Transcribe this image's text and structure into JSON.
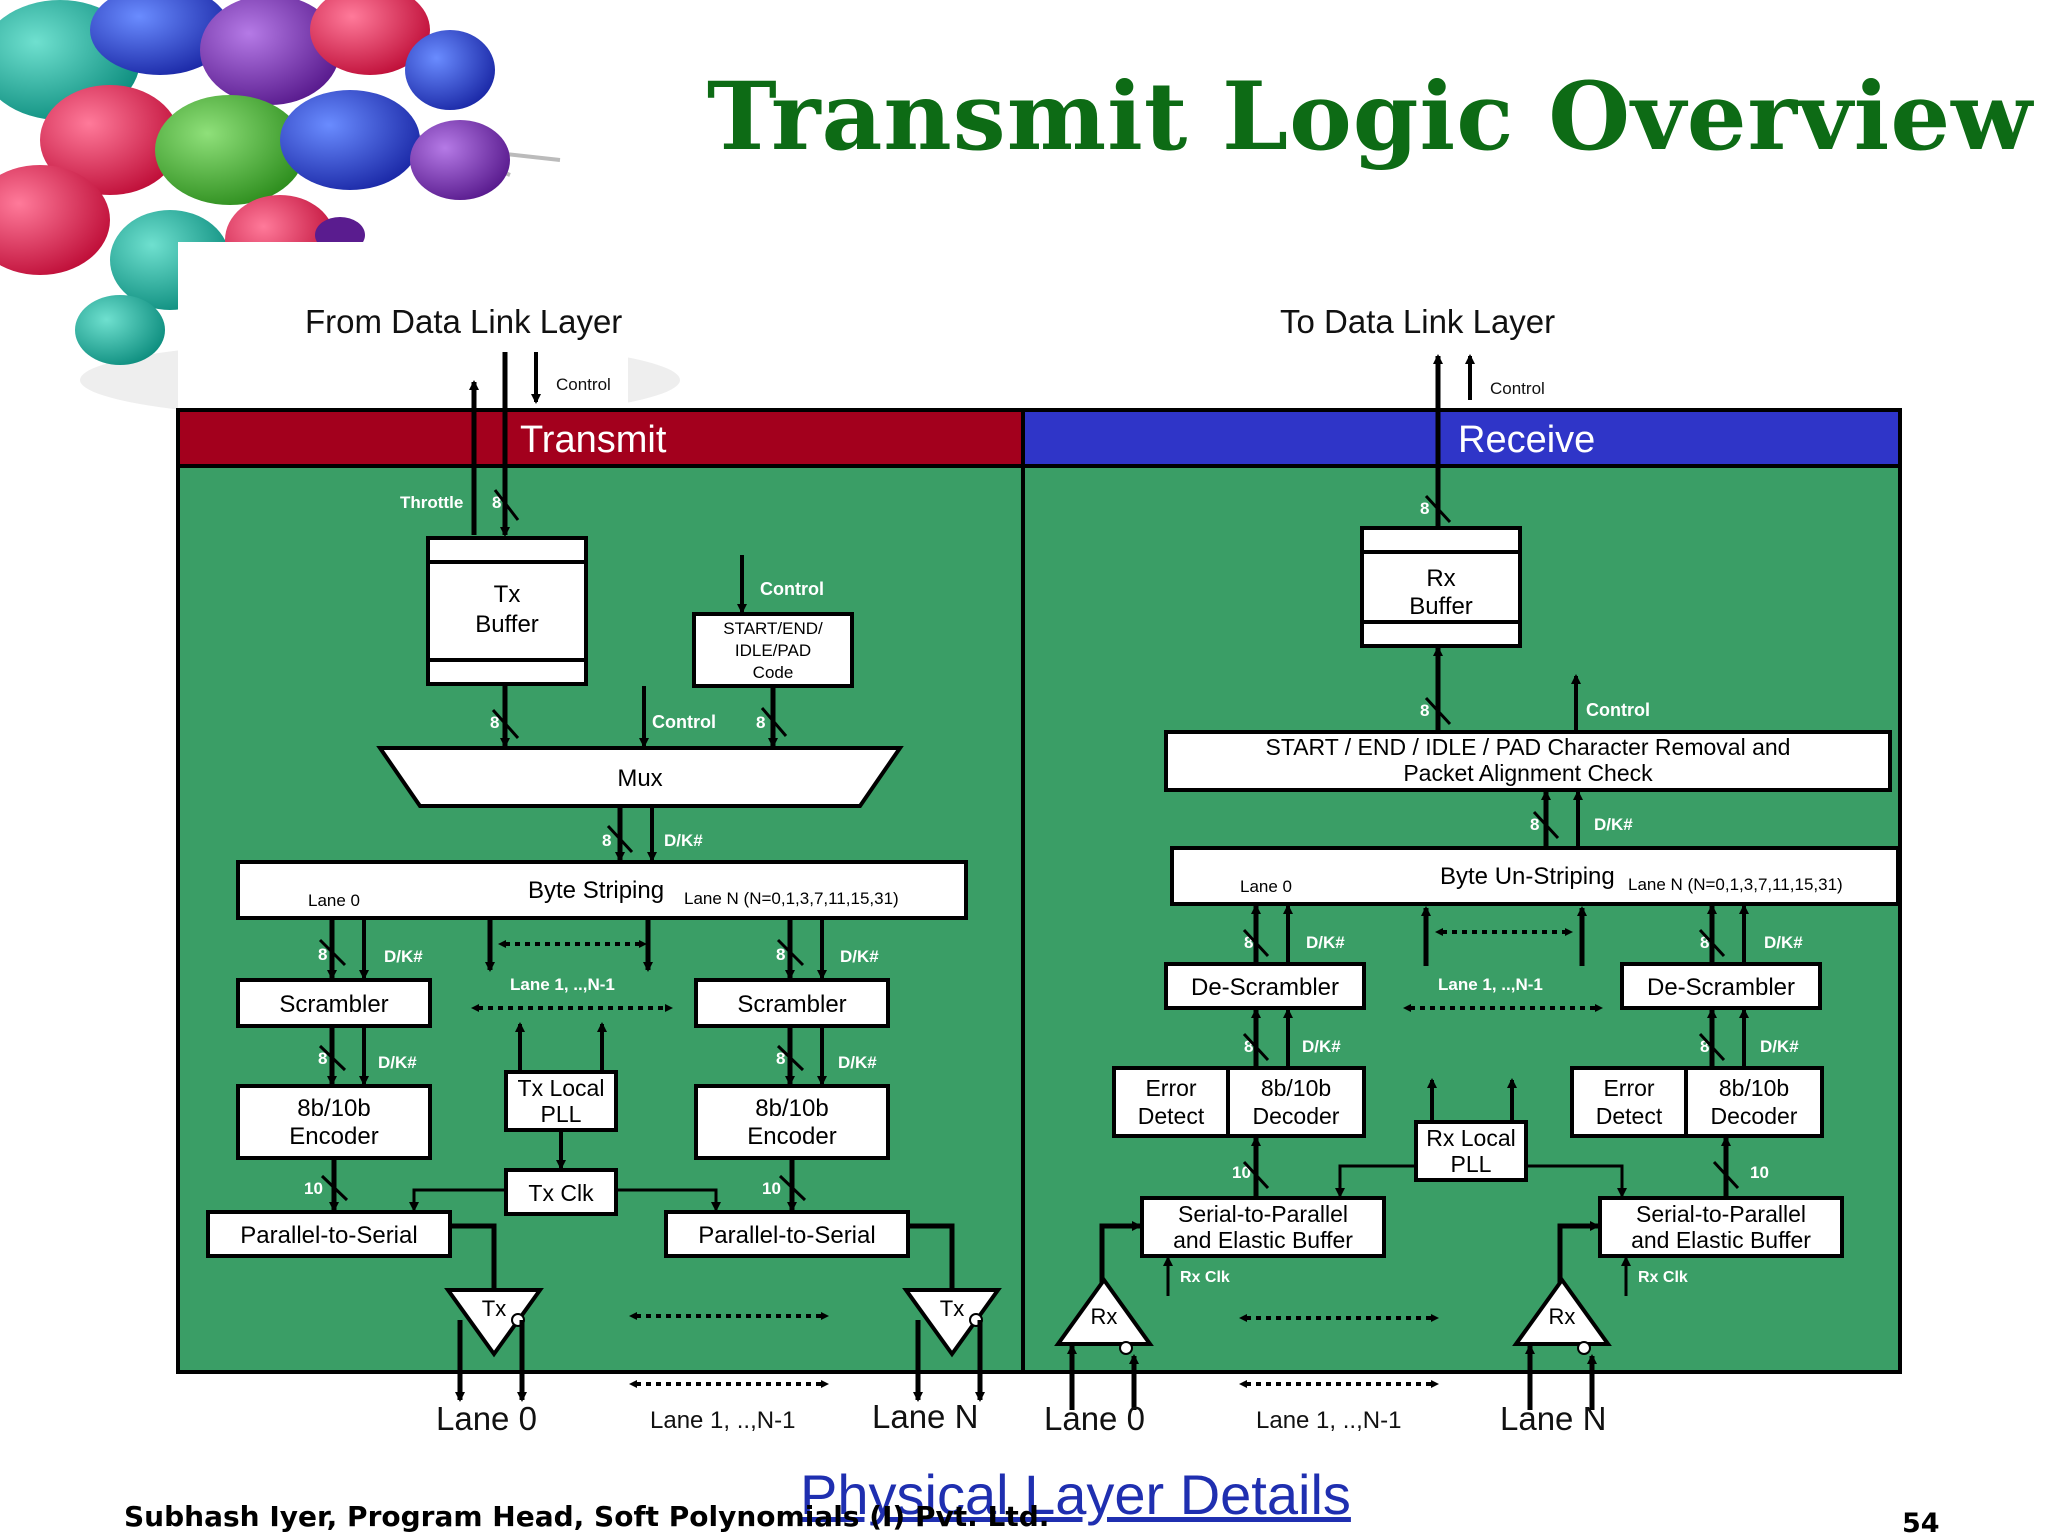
{
  "slide": {
    "title": "Transmit Logic Overview",
    "author": "Subhash Iyer, Program Head, Soft Polynomials (I) Pvt. Ltd.",
    "link": "Physical Layer Details",
    "page_number": "54"
  },
  "diagram": {
    "top_left_label": "From Data Link Layer",
    "top_right_label": "To Data Link Layer",
    "transmit_header": "Transmit",
    "receive_header": "Receive",
    "control": "Control",
    "throttle": "Throttle",
    "eight": "8",
    "ten": "10",
    "dk": "D/K#",
    "tx_buffer": [
      "Tx",
      "Buffer"
    ],
    "code_box": [
      "START/END/",
      "IDLE/PAD",
      "Code"
    ],
    "mux": "Mux",
    "byte_striping": "Byte Striping",
    "byte_unstriping": "Byte Un-Striping",
    "lane0_small": "Lane 0",
    "laneN_small": "Lane N (N=0,1,3,7,11,15,31)",
    "lane_mid_small": "Lane 1, ..,N-1",
    "scrambler": "Scrambler",
    "descrambler": "De-Scrambler",
    "encoder": [
      "8b/10b",
      "Encoder"
    ],
    "decoder": [
      "8b/10b",
      "Decoder"
    ],
    "error_detect": [
      "Error",
      "Detect"
    ],
    "tx_pll": [
      "Tx Local",
      "PLL"
    ],
    "rx_pll": [
      "Rx Local",
      "PLL"
    ],
    "tx_clk": "Tx Clk",
    "rx_clk": "Rx Clk",
    "p2s": "Parallel-to-Serial",
    "s2p": [
      "Serial-to-Parallel",
      "and Elastic Buffer"
    ],
    "rx_buffer": [
      "Rx",
      "Buffer"
    ],
    "removal": [
      "START / END / IDLE / PAD Character Removal and",
      "Packet Alignment Check"
    ],
    "tx": "Tx",
    "rx": "Rx",
    "lane0": "Lane 0",
    "laneN": "Lane N",
    "lane_mid": "Lane 1, ..,N-1"
  },
  "colors": {
    "title_green": "#0d6b15",
    "panel_green": "#3a9e66",
    "transmit_red": "#a3001d",
    "receive_blue": "#2f35c8",
    "link_blue": "#1f2fb0"
  }
}
